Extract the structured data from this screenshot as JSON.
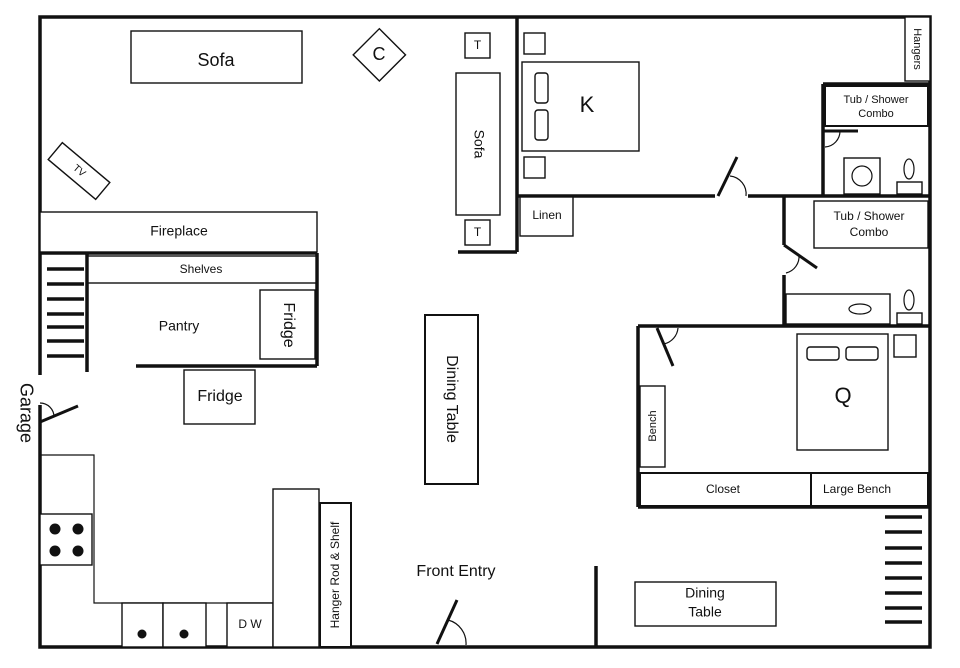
{
  "labels": {
    "sofa_top": "Sofa",
    "chair": "C",
    "table_top": "T",
    "table_bottom": "T",
    "sofa_side": "Sofa",
    "tv": "TV",
    "king_bed": "K",
    "hangers": "Hangers",
    "tub_upper": [
      "Tub / Shower",
      "Combo"
    ],
    "tub_lower": [
      "Tub / Shower",
      "Combo"
    ],
    "linen": "Linen",
    "fireplace": "Fireplace",
    "shelves": "Shelves",
    "pantry": "Pantry",
    "fridge_pantry": "Fridge",
    "fridge": "Fridge",
    "garage": "Garage",
    "dining_table_main": "Dining Table",
    "queen_bed": "Q",
    "bench": "Bench",
    "closet": "Closet",
    "large_bench": "Large Bench",
    "hanger_rod": "Hanger Rod & Shelf",
    "front_entry": "Front Entry",
    "dishwasher": "D W",
    "dining_table_small": [
      "Dining",
      "Table"
    ]
  }
}
